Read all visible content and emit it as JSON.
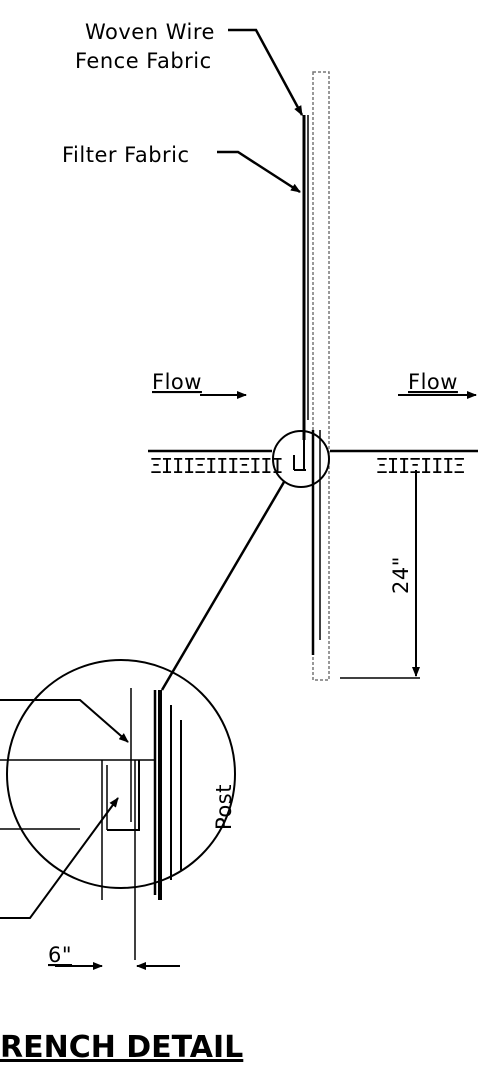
{
  "labels": {
    "woven_wire_line1": "Woven Wire",
    "woven_wire_line2": "Fence Fabric",
    "filter_fabric": "Filter Fabric",
    "flow_left": "Flow",
    "flow_right": "Flow",
    "depth_dimension": "24\"",
    "post": "Post",
    "trench_width": "6\"",
    "title": "RENCH DETAIL"
  },
  "soil_pattern_left": "ΞΙΙΙΞΙΙΙΞΙΙΙ",
  "soil_pattern_right": "ΞΙΙΞΙΙΙΞ",
  "colors": {
    "ink": "#000000",
    "background": "#ffffff",
    "post_outline": "#777777"
  }
}
